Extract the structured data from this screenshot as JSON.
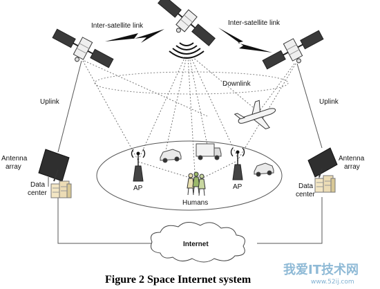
{
  "labels": {
    "isl_left": "Inter-satellite link",
    "isl_right": "Inter-satellite link",
    "downlink": "Downlink",
    "uplink_left": "Uplink",
    "uplink_right": "Uplink",
    "antenna_left_1": "Antenna",
    "antenna_left_2": "array",
    "antenna_right_1": "Antenna",
    "antenna_right_2": "array",
    "dc_left_1": "Data",
    "dc_left_2": "center",
    "dc_right_1": "Data",
    "dc_right_2": "center",
    "ap_left": "AP",
    "ap_right": "AP",
    "humans": "Humans",
    "internet": "Internet"
  },
  "caption": "Figure 2 Space Internet system",
  "watermark": {
    "brand": "我爱IT技术网",
    "url": "www.52ij.com"
  },
  "colors": {
    "line": "#444444",
    "solar_panel": "#3a3a3a",
    "antenna_panel": "#2f2f2f",
    "watermark": "#6aa3c9"
  }
}
